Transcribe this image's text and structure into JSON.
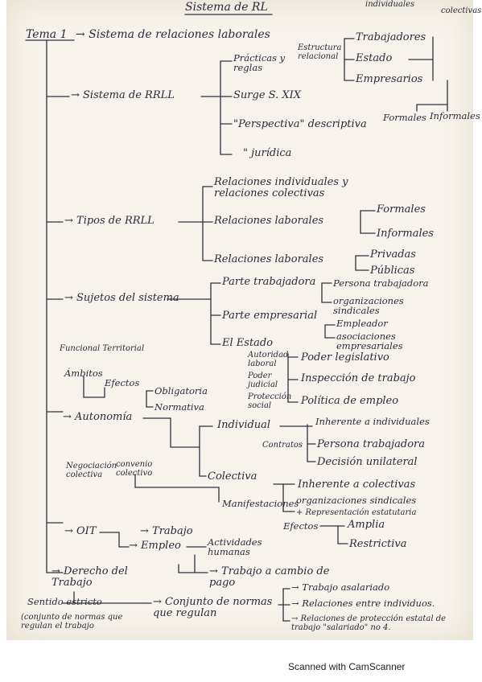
{
  "page": {
    "title": "Sistema de RL",
    "top_right_1": "individuales",
    "top_right_2": "colectivas"
  },
  "tema": {
    "label": "Tema 1",
    "heading": "→ Sistema de relaciones laborales"
  },
  "sistema_rrll": {
    "label": "→ Sistema de RRLL",
    "practicas": "Prácticas y reglas",
    "estructura": "Estructura relacional",
    "trabajadores": "Trabajadores",
    "estado": "Estado",
    "empresarios": "Empresarios",
    "surge": "Surge S. XIX",
    "perspectiva": "\"Perspectiva\" descriptiva",
    "juridica": "\" jurídica",
    "formales": "Formales",
    "informales": "Informales"
  },
  "tipos": {
    "label": "→ Tipos de RRLL",
    "individuales": "Relaciones individuales y relaciones colectivas",
    "laborales1": "Relaciones laborales",
    "formales": "Formales",
    "informales": "Informales",
    "laborales2": "Relaciones laborales",
    "privadas": "Privadas",
    "publicas": "Públicas"
  },
  "sujetos": {
    "label": "→ Sujetos del sistema",
    "parte_trabajadora": "Parte trabajadora",
    "persona_trabajadora": "Persona trabajadora",
    "organizaciones_sindicales": "organizaciones sindicales",
    "parte_empresarial": "Parte empresarial",
    "empleador": "Empleador",
    "asociaciones": "asociaciones empresariales",
    "el_estado": "El Estado",
    "autoridad_laboral": "Autoridad laboral",
    "poder_legislativo": "Poder legislativo",
    "poder_judicial": "Poder judicial",
    "inspeccion": "Inspección de trabajo",
    "proteccion_social": "Protección social",
    "politica_empleo": "Política de empleo"
  },
  "ambitos": {
    "funcional_territorial": "Funcional Territorial",
    "ambitos": "Ámbitos",
    "efectos": "Efectos",
    "obligatoria": "Obligatoria",
    "normativa": "Normativa"
  },
  "autonomia": {
    "label": "→ Autonomía",
    "individual": "Individual",
    "inherente_individual": "Inherente a individuales",
    "contratos": "Contratos",
    "persona_trabajadora": "Persona trabajadora",
    "decision_unilateral": "Decisión unilateral",
    "negociacion": "Negociación colectiva",
    "convenio": "convenio colectivo",
    "colectiva": "Colectiva",
    "inherente_colectivas": "Inherente a colectivas",
    "manifestaciones": "Manifestaciones",
    "org_sindicales": "organizaciones sindicales",
    "representacion": "+ Representación estatutaria",
    "efectos": "Efectos",
    "amplia": "Amplia",
    "restrictiva": "Restrictiva"
  },
  "oit": {
    "label": "→ OIT",
    "trabajo": "→ Trabajo",
    "empleo": "→ Empleo",
    "actividades_humanas": "Actividades humanas",
    "trabajo_cambio": "→ Trabajo a cambio de pago"
  },
  "derecho": {
    "label": "→ Derecho del Trabajo",
    "sentido_estricto": "Sentido estricto",
    "conjunto_normas": "(conjunto de normas que regulan el trabajo",
    "conjunto_normas_regulan": "→ Conjunto de normas que regulan",
    "trabajo_asalariado": "→ Trabajo asalariado",
    "relaciones_individuos": "→ Relaciones entre individuos.",
    "relaciones_proteccion": "→ Relaciones de protección estatal de trabajo \"salariado\" no 4."
  },
  "footer": {
    "scanned": "Scanned with CamScanner"
  }
}
